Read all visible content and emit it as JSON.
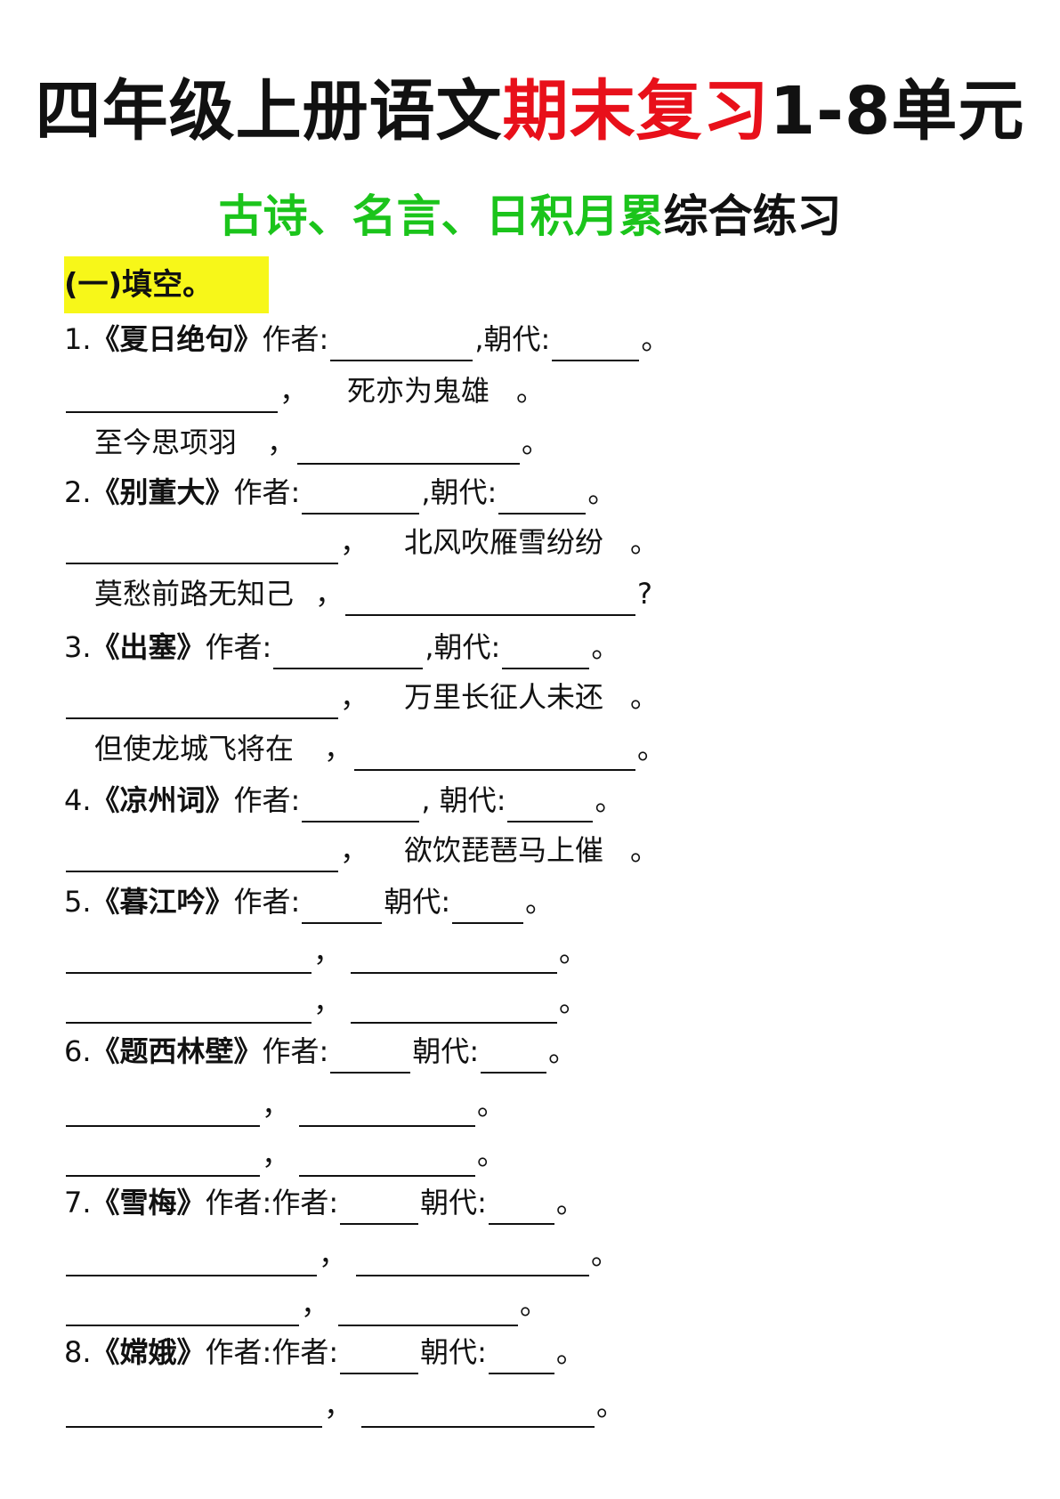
{
  "title": {
    "part1": "四年级上册语文",
    "part2": "期末复习",
    "part3": "1-8单元"
  },
  "subtitle": {
    "part1": "古诗、名言、日积月累",
    "part2": "综合练习"
  },
  "section": "(一)填空。",
  "labels": {
    "author": "作者:",
    "author_double": "作者:作者:",
    "dynasty": "朝代:",
    "dynasty_comma": ",朝代:",
    "dynasty_space_comma": ", 朝代:"
  },
  "punct": {
    "period": "。",
    "comma": "，",
    "question": "?"
  },
  "poems": [
    {
      "num": "1.",
      "title": "《夏日绝句》",
      "line1": "死亦为鬼雄",
      "line2": "至今思项羽"
    },
    {
      "num": "2.",
      "title": "《别董大》",
      "line1": "北风吹雁雪纷纷",
      "line2": "莫愁前路无知己"
    },
    {
      "num": "3.",
      "title": "《出塞》",
      "line1": "万里长征人未还",
      "line2": "但使龙城飞将在"
    },
    {
      "num": "4.",
      "title": "《凉州词》",
      "line1": "欲饮琵琶马上催"
    },
    {
      "num": "5.",
      "title": "《暮江吟》"
    },
    {
      "num": "6.",
      "title": "《题西林壁》"
    },
    {
      "num": "7.",
      "title": "《雪梅》"
    },
    {
      "num": "8.",
      "title": "《嫦娥》"
    }
  ]
}
